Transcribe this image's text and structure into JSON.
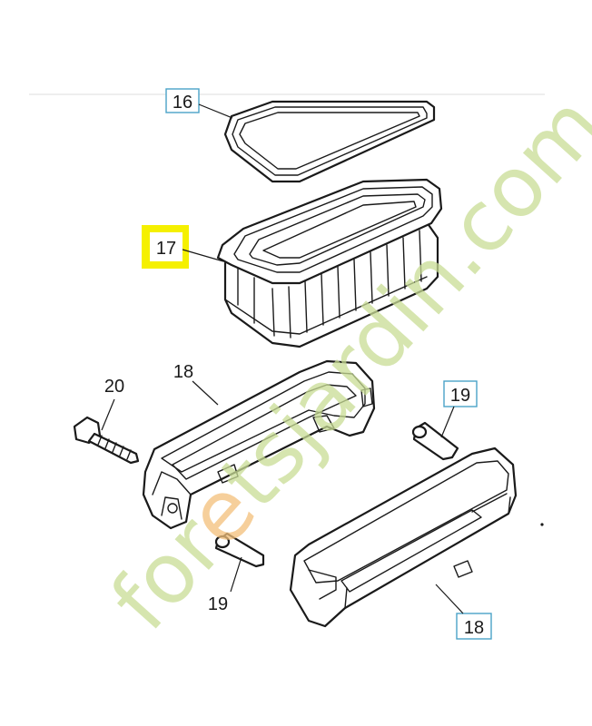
{
  "labels": {
    "part_16": "16",
    "part_17": "17",
    "part_18_top": "18",
    "part_18_bottom": "18",
    "part_19_top": "19",
    "part_19_bottom": "19",
    "part_20": "20"
  },
  "watermark": {
    "text_prefix": "for",
    "text_accent": "e",
    "text_suffix": "tsjardin.com"
  },
  "colors": {
    "highlight_box": "#f5f000",
    "label_box_border": "#4aa3c8",
    "watermark_green": "#c9dd95",
    "watermark_orange": "#f3c07a",
    "line": "#1a1a1a"
  }
}
